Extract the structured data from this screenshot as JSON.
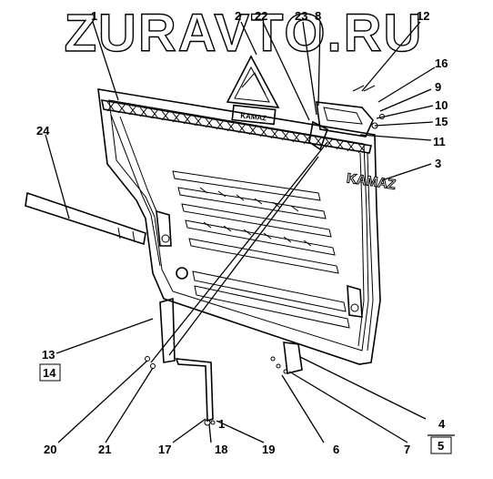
{
  "watermark": "ZURAVTO.RU",
  "labels": [
    {
      "id": "1",
      "text": "1"
    },
    {
      "id": "2",
      "text": "2"
    },
    {
      "id": "22",
      "text": "22"
    },
    {
      "id": "23",
      "text": "23"
    },
    {
      "id": "8",
      "text": "8"
    },
    {
      "id": "12",
      "text": "12"
    },
    {
      "id": "16",
      "text": "16"
    },
    {
      "id": "9",
      "text": "9"
    },
    {
      "id": "10",
      "text": "10"
    },
    {
      "id": "15",
      "text": "15"
    },
    {
      "id": "11",
      "text": "11"
    },
    {
      "id": "3",
      "text": "3"
    },
    {
      "id": "24",
      "text": "24"
    },
    {
      "id": "13",
      "text": "13"
    },
    {
      "id": "14",
      "text": "14"
    },
    {
      "id": "4",
      "text": "4"
    },
    {
      "id": "5",
      "text": "5"
    },
    {
      "id": "20",
      "text": "20"
    },
    {
      "id": "21",
      "text": "21"
    },
    {
      "id": "17",
      "text": "17"
    },
    {
      "id": "18",
      "text": "18"
    },
    {
      "id": "19",
      "text": "19"
    },
    {
      "id": "6",
      "text": "6"
    },
    {
      "id": "7",
      "text": "7"
    },
    {
      "id": "19b",
      "text": "1"
    }
  ],
  "emblem_text": "KAMAZ",
  "badge_text": "KAMAZ"
}
